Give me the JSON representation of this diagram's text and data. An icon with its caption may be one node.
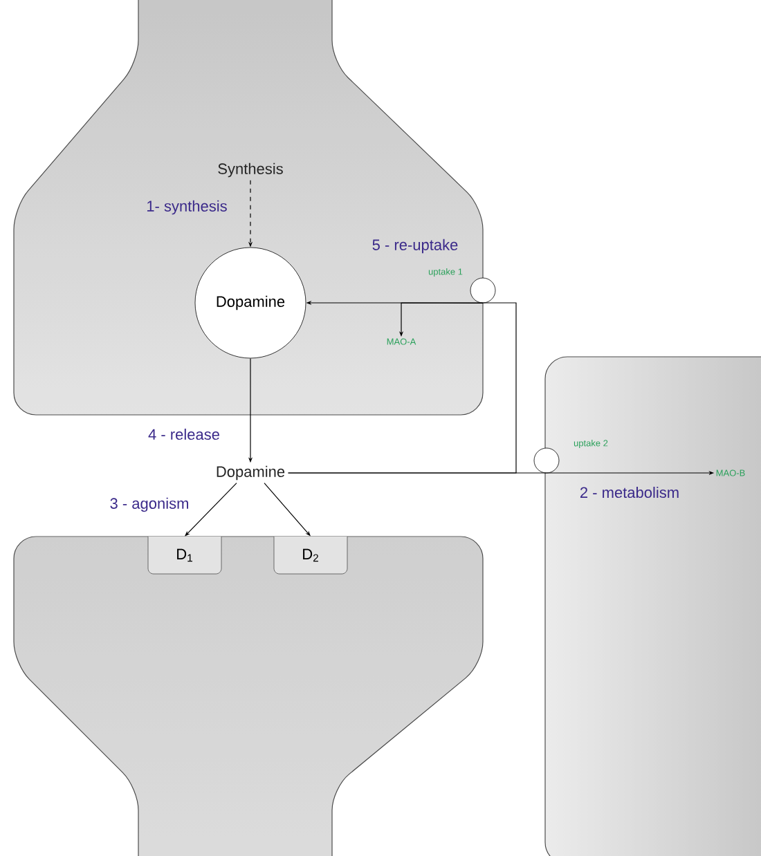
{
  "diagram": {
    "nodes": [
      {
        "text": [],
        "shape": "cell"
      },
      {
        "text": [
          "Synthesis"
        ],
        "in": 0
      },
      {
        "text": [
          "Dopamine"
        ],
        "in": 0
      },
      {
        "text": [
          "MAO-A"
        ],
        "in": 0
      },
      {
        "text": [],
        "shape": "circle",
        "beside": [
          "uptake 1"
        ]
      },
      {
        "text": [
          "Dopamine"
        ]
      },
      {
        "text": [],
        "shape": "cell"
      },
      {
        "text": [],
        "shape": "circle",
        "beside": [
          "uptake 2"
        ]
      },
      {
        "text": [
          "MAO-B"
        ],
        "in": 6
      },
      {
        "text": [],
        "shape": "cell"
      },
      {
        "text": [
          "D$_{1}$"
        ],
        "in": 9
      },
      {
        "text": [
          "D$_{2}$"
        ],
        "in": 9
      }
    ],
    "edges": [
      {
        "from": 1,
        "to": 2,
        "arrow": "to",
        "style": "dashed",
        "label": "1- synthesis"
      },
      {
        "from": 2,
        "to": 5,
        "arrow": "to",
        "label": "4 - release"
      },
      {
        "from": 5,
        "to": 10,
        "arrow": "to",
        "label": "3 - agonism"
      },
      {
        "from": 5,
        "to": 11,
        "arrow": "to"
      },
      {
        "from": 5,
        "to": 2,
        "arrow": "to",
        "label": "5 - re-uptake"
      },
      {
        "from": 4,
        "to": 3,
        "arrow": "to"
      },
      {
        "from": 5,
        "to": 8,
        "arrow": "to",
        "label": "2 - metabolism"
      }
    ]
  }
}
